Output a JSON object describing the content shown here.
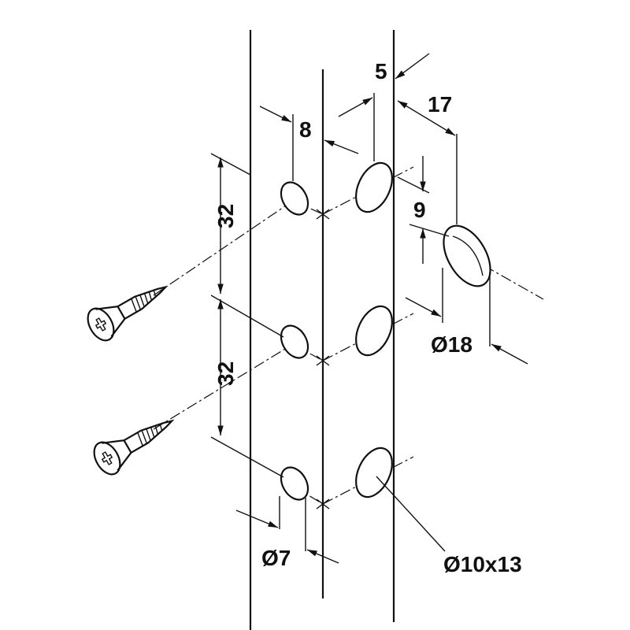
{
  "labels": {
    "dim_5": "5",
    "dim_17": "17",
    "dim_8": "8",
    "dim_9": "9",
    "dim_32_top": "32",
    "dim_32_bottom": "32",
    "dia_18": "Ø18",
    "dia_7": "Ø7",
    "dia_10x13": "Ø10x13"
  }
}
